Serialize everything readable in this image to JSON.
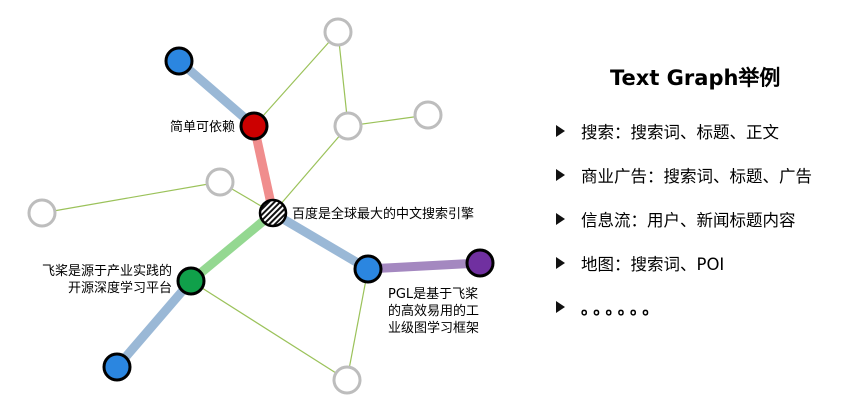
{
  "panel": {
    "title": "Text Graph举例",
    "items": [
      "搜索：搜索词、标题、正文",
      "商业广告：搜索词、标题、广告",
      "信息流：用户、新闻标题内容",
      "地图：搜索词、POI",
      "。。。。。。"
    ]
  },
  "graph": {
    "center_label": "百度是全球最大的中文搜索引擎",
    "red_label": "简单可依赖",
    "green_label_lines": [
      "飞桨是源于产业实践的",
      "开源深度学习平台"
    ],
    "blue_label_lines": [
      "PGL是基于飞桨",
      "的高效易用的工",
      "业级图学习框架"
    ]
  },
  "colors": {
    "blue_node": "#2b86e0",
    "red_node": "#cc0000",
    "green_node": "#10a04a",
    "purple_node": "#7030a0",
    "gray_node": "#bdbdbd",
    "thin_edge": "#9bc25a",
    "highlight_blue": "#9ab8d6",
    "highlight_red": "#f08d8d",
    "highlight_green": "#94d891",
    "highlight_purple": "#a488c0"
  },
  "node_styles": {
    "center": "hatched",
    "neighbors": "hollow-gray"
  }
}
